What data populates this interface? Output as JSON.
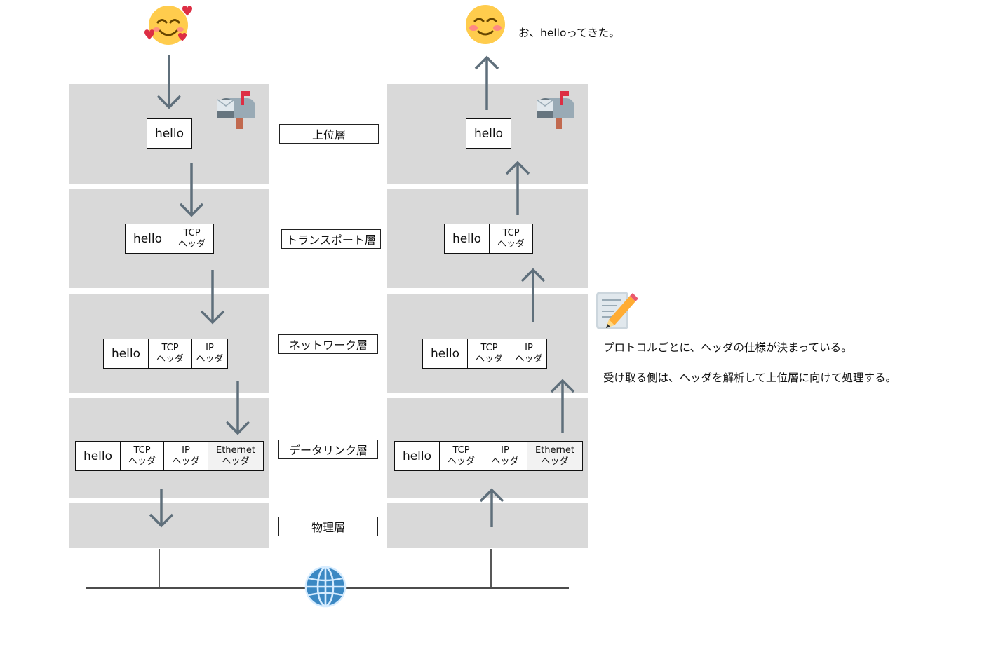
{
  "layers": [
    {
      "key": "application",
      "label": "上位層"
    },
    {
      "key": "transport",
      "label": "トランスポート層"
    },
    {
      "key": "network",
      "label": "ネットワーク層"
    },
    {
      "key": "datalink",
      "label": "データリンク層"
    },
    {
      "key": "physical",
      "label": "物理層"
    }
  ],
  "packet": {
    "payload": "hello",
    "tcp": {
      "name": "TCP",
      "suffix": "ヘッダ"
    },
    "ip": {
      "name": "IP",
      "suffix": "ヘッダ"
    },
    "ethernet": {
      "name": "Ethernet",
      "suffix": "ヘッダ"
    }
  },
  "receiver_comment": "お、helloってきた。",
  "notes": {
    "line1": "プロトコルごとに、ヘッダの仕様が決まっている。",
    "line2": "受け取る側は、ヘッダを解析して上位層に向けて処理する。"
  },
  "icons": {
    "sender": "smiling-face-with-hearts-icon",
    "receiver": "smiling-face-icon",
    "mailbox": "mailbox-icon",
    "memo": "memo-pencil-icon",
    "network": "globe-icon"
  },
  "colors": {
    "layer_bg": "#d9d9d9",
    "arrow": "#5f6f7b"
  }
}
